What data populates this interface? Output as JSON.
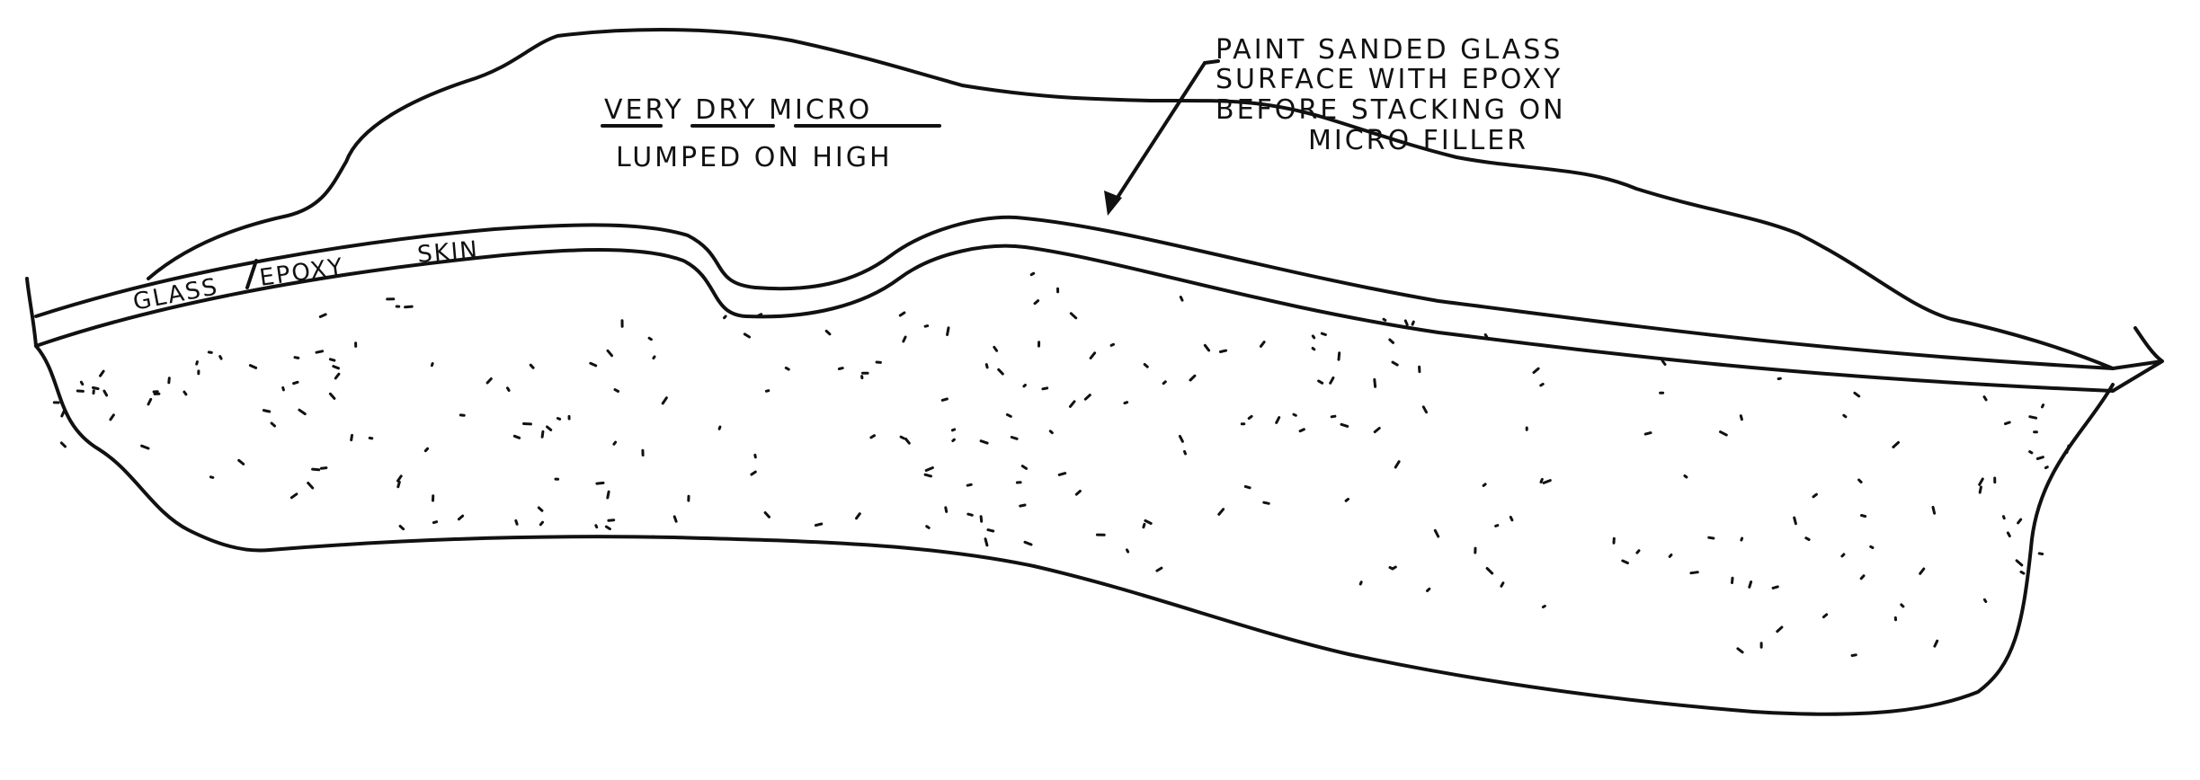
{
  "labels": {
    "micro_title": "VERY DRY MICRO",
    "micro_note": "LUMPED ON HIGH",
    "skin_glass": "GLASS",
    "skin_epoxy": "EPOXY",
    "skin_word": "SKIN",
    "paint_note": [
      "PAINT SANDED GLASS",
      "SURFACE WITH EPOXY",
      "BEFORE STACKING ON",
      "MICRO FILLER"
    ]
  }
}
